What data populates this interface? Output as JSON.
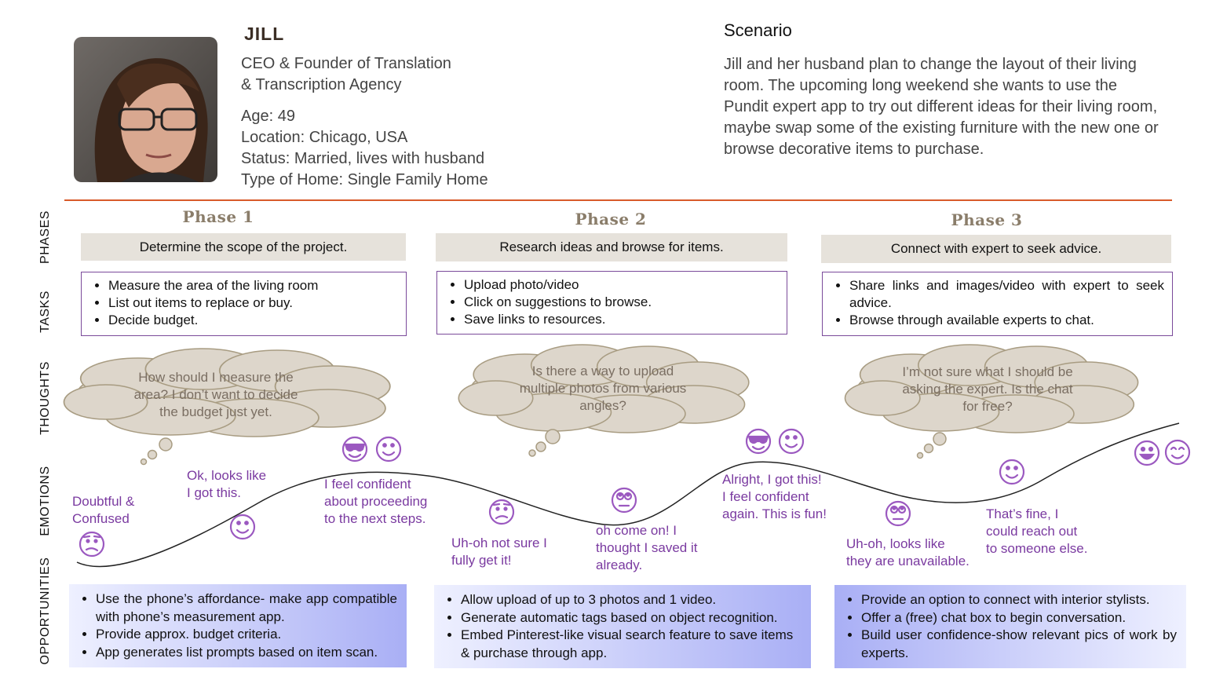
{
  "persona": {
    "name": "JILL",
    "role_line1": "CEO & Founder of Translation",
    "role_line2": "& Transcription Agency",
    "age": "Age: 49",
    "location": "Location: Chicago, USA",
    "status": "Status: Married, lives with husband",
    "home": "Type of Home: Single Family Home"
  },
  "scenario": {
    "title": "Scenario",
    "text": "Jill and her husband plan to change the layout of their living room. The upcoming long weekend she wants to use the Pundit expert app to try out different ideas for their living room, maybe swap some of the existing furniture with the new one or browse decorative items to purchase."
  },
  "row_labels": {
    "phases": "PHASES",
    "tasks": "TASKS",
    "thoughts": "THOUGHTS",
    "emotions": "EMOTIONS",
    "opportunities": "OPPORTUNITIES"
  },
  "phases": [
    {
      "title": "Phase 1",
      "goal": "Determine the scope of the project.",
      "tasks": [
        "Measure the area of the living room",
        "List out items to replace or buy.",
        "Decide budget."
      ],
      "thought": "How should I measure the area? I don’t want to decide the budget just yet.",
      "opportunities": [
        "Use the phone’s affordance- make app compatible with phone’s measurement app.",
        "Provide approx. budget criteria.",
        "App generates list prompts based on item scan."
      ]
    },
    {
      "title": "Phase 2",
      "goal": "Research ideas and browse for items.",
      "tasks": [
        "Upload photo/video",
        "Click on suggestions to browse.",
        "Save links to resources."
      ],
      "thought": "Is there a way to upload multiple  photos from various angles?",
      "opportunities": [
        "Allow upload of up to 3 photos and 1 video.",
        "Generate automatic tags based on object recognition.",
        "Embed Pinterest-like visual search feature to save items & purchase through app."
      ]
    },
    {
      "title": "Phase 3",
      "goal": "Connect with expert to seek advice.",
      "tasks": [
        "Share links and images/video with expert to seek advice.",
        "Browse through available experts to chat."
      ],
      "thought": "I’m not sure what I should be asking the expert. Is the chat for free?",
      "opportunities": [
        "Provide an option to connect with interior stylists.",
        "Offer a (free) chat box to begin conversation.",
        "Build user confidence-show relevant pics of work by experts."
      ]
    }
  ],
  "emotions": [
    {
      "line1": "Doubtful &",
      "line2": "Confused",
      "face": "confused-face-icon"
    },
    {
      "line1": "Ok, looks like",
      "line2": "I got this.",
      "face": "smiley-face-icon"
    },
    {
      "line1": "I feel confident",
      "line2": "about proceeding",
      "line3": "to the next steps.",
      "face": "cool-face-icon"
    },
    {
      "line1": "Uh-oh not sure I",
      "line2": "fully get it!",
      "face": "confused-face-icon"
    },
    {
      "line1": "oh come on! I",
      "line2": "thought I saved it",
      "line3": "already.",
      "face": "eyeroll-face-icon"
    },
    {
      "line1": "Alright, I got this!",
      "line2": "I feel confident",
      "line3": "again. This is fun!",
      "face": "cool-face-icon"
    },
    {
      "line1": "Uh-oh, looks like",
      "line2": "they are unavailable.",
      "face": "eyeroll-face-icon"
    },
    {
      "line1": "That’s fine, I",
      "line2": "could reach out",
      "line3": "to someone else.",
      "face": "smiley-face-icon"
    }
  ],
  "colors": {
    "accent_rule": "#d85a2a",
    "emotion_text": "#7a3aa0",
    "phase_bar": "#e6e2db",
    "cloud_fill": "#ddd6cb",
    "task_border": "#7a4a9a",
    "opp_gradient_light": "#eef0ff",
    "opp_gradient_dark": "#a9aff5"
  }
}
